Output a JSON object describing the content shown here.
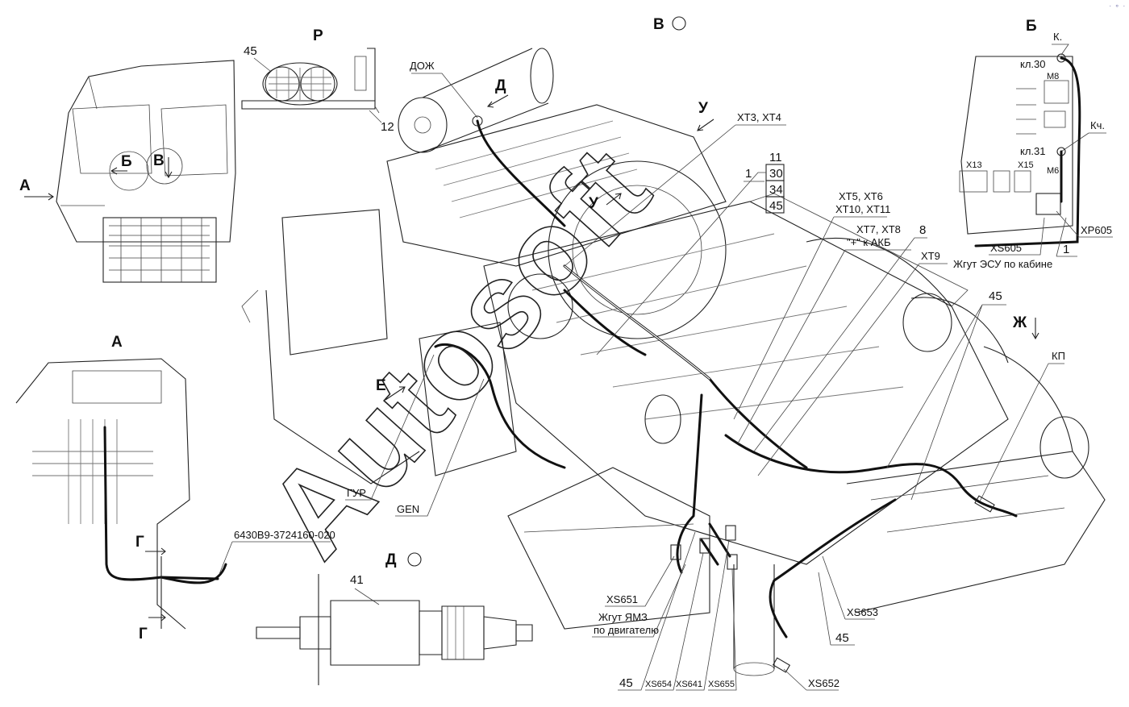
{
  "views": {
    "A_top": "А",
    "A_arrow": "А",
    "B_top": "Б",
    "B_cab": "Б",
    "V_top": "В",
    "V_cab": "В",
    "R": "Р",
    "D": "Д",
    "D_view": "Д",
    "U1": "У",
    "U2": "У",
    "E": "Е",
    "Zh": "Ж",
    "G1": "Г",
    "G2": "Г"
  },
  "labels": {
    "n45_top": "45",
    "n12": "12",
    "dozh": "ДОЖ",
    "xt3_xt4": "ХТ3, ХТ4",
    "box_11": "11",
    "box_30": "30",
    "box_34": "34",
    "box_45": "45",
    "box_1": "1",
    "xt5_xt6": "ХТ5, ХТ6",
    "xt10_xt11": "ХТ10, ХТ11",
    "xt7_xt8": "ХТ7, ХТ8",
    "plus_akb": "\"+\" к АКБ",
    "n8": "8",
    "xt9": "ХТ9",
    "n45_right": "45",
    "kp": "КП",
    "kl30": "кл.30",
    "k_dot": "К.",
    "m8": "М8",
    "kch": "Кч.",
    "kl31": "кл.31",
    "m6": "М6",
    "x13": "Х13",
    "x15": "Х15",
    "xp605": "ХР605",
    "xs605": "ХS605",
    "n1_cab": "1",
    "zhgut_esu": "Жгут ЭСУ по кабине",
    "gur": "ГУР",
    "gen": "GEN",
    "part_number": "6430В9-3724160-020",
    "n41": "41",
    "xs651": "ХS651",
    "zhgut_yamz": "Жгут ЯМЗ",
    "po_dvigatelyu": "по двигателю",
    "n45_bottom": "45",
    "xs654": "ХS654",
    "xs641": "ХS641",
    "xs655": "ХS655",
    "xs653": "ХS653",
    "n45_bottom2": "45",
    "xs652": "ХS652"
  },
  "watermark": "Autosoft",
  "colors": {
    "ink": "#111111",
    "paper": "#ffffff",
    "harness": "#111111",
    "corner_dots": "#7a7ab0"
  }
}
